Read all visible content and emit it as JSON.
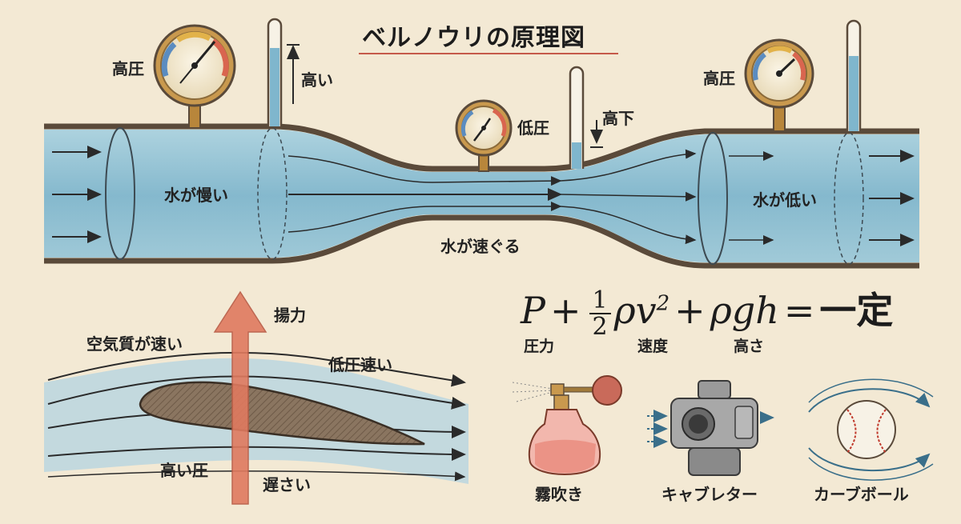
{
  "title": "ベルノウリの原理図",
  "pipe": {
    "high_pressure_left": "高圧",
    "height_high": "高い",
    "low_pressure": "低圧",
    "height_low": "高下",
    "high_pressure_right": "高圧",
    "slow_water": "水が慢い",
    "fast_water": "水が速ぐる",
    "low_water": "水が低い"
  },
  "wing": {
    "lift": "揚力",
    "air_fast": "空気質が速い",
    "low_fast": "低圧速い",
    "high_pressure": "高い圧",
    "slow": "遅さい"
  },
  "formula": {
    "p": "P",
    "plus1": "+",
    "num": "1",
    "den": "2",
    "rho_v": "ρv",
    "exp": "2",
    "plus2": "+",
    "rho_gh": "ρgh",
    "equals": "=",
    "constant": "一定",
    "label_pressure": "圧力",
    "label_velocity": "速度",
    "label_height": "高さ"
  },
  "examples": {
    "sprayer": "霧吹き",
    "carburetor": "キャブレター",
    "curveball": "カーブボール"
  },
  "colors": {
    "background": "#f3e9d4",
    "water": "#8fc1d6",
    "pipe_wall": "#5a4a3a",
    "gauge_rim": "#b8863b",
    "lift_arrow": "#e07a5f"
  }
}
